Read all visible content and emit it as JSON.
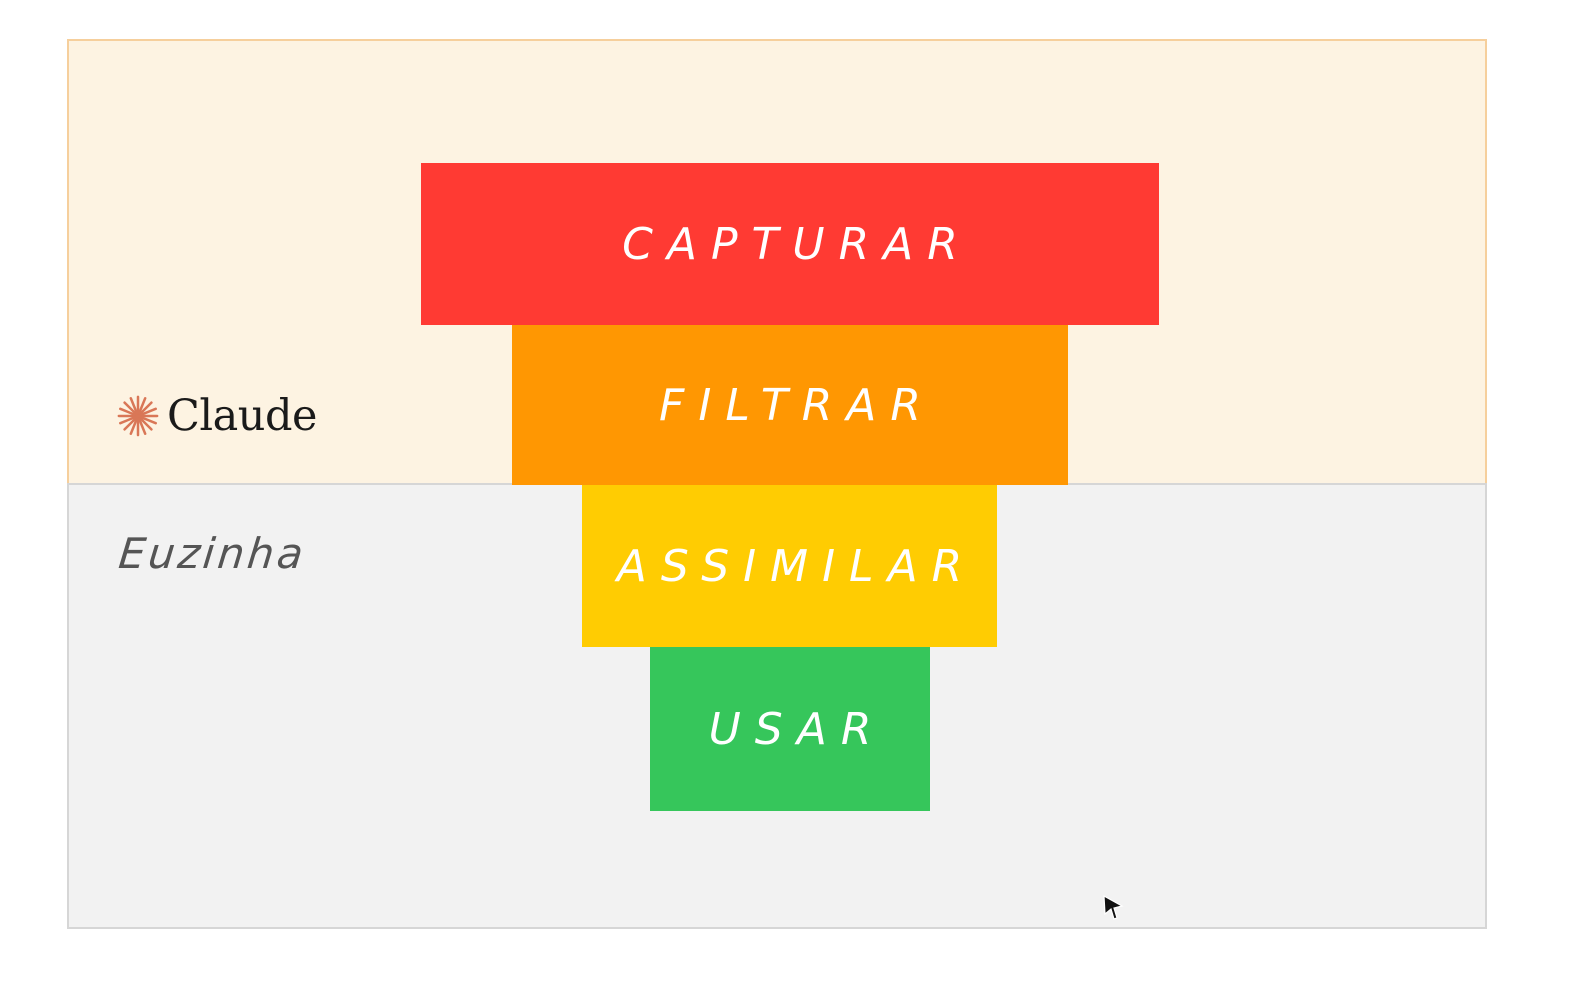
{
  "brand": {
    "name": "Claude",
    "icon": "claude-spark-icon",
    "icon_color": "#d97757"
  },
  "side_label": "Euzinha",
  "funnel": {
    "steps": [
      {
        "label": "CAPTURAR",
        "color": "#ff3a33"
      },
      {
        "label": "FILTRAR",
        "color": "#ff9702"
      },
      {
        "label": "ASSIMILAR",
        "color": "#ffcc02"
      },
      {
        "label": "USAR",
        "color": "#36c65b"
      }
    ]
  },
  "zones": {
    "top_color": "#fdf3e2",
    "bottom_color": "#f2f2f2"
  },
  "cursor_icon": "mouse-pointer-icon"
}
